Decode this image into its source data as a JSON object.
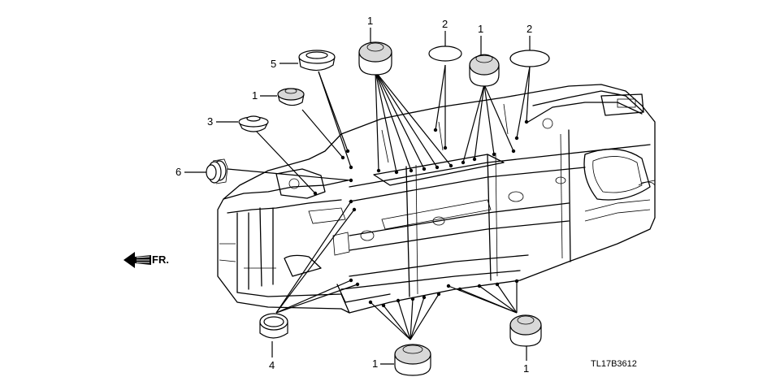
{
  "diagram": {
    "callouts": [
      {
        "id": "c1-top-left",
        "label": "1"
      },
      {
        "id": "c2-top-left",
        "label": "2"
      },
      {
        "id": "c1-top-right",
        "label": "1"
      },
      {
        "id": "c2-top-right",
        "label": "2"
      },
      {
        "id": "c5",
        "label": "5"
      },
      {
        "id": "c1-mid-left",
        "label": "1"
      },
      {
        "id": "c3",
        "label": "3"
      },
      {
        "id": "c6",
        "label": "6"
      },
      {
        "id": "c4",
        "label": "4"
      },
      {
        "id": "c1-bottom-center",
        "label": "1"
      },
      {
        "id": "c1-bottom-right",
        "label": "1"
      }
    ],
    "front_label": "FR.",
    "part_code": "TL17B3612"
  },
  "colors": {
    "line": "#000000",
    "plug_face": "#d8d8d8",
    "background": "#ffffff"
  }
}
